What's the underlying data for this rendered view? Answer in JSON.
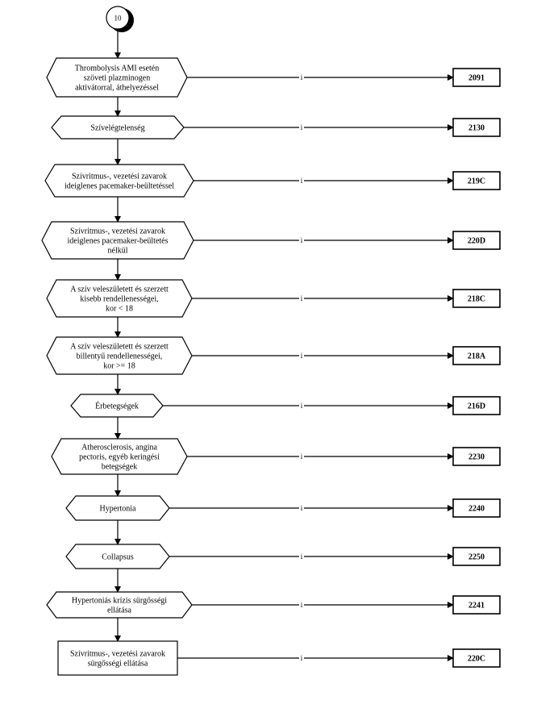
{
  "connector": {
    "label": "10"
  },
  "yes_label": "i",
  "nodes": [
    {
      "id": "n1",
      "shape": "hexagon",
      "lines": [
        "Thrombolysis AMI esetén",
        "szöveti plazminogen",
        "aktivátorral, áthelyezéssel"
      ],
      "code": "2091"
    },
    {
      "id": "n2",
      "shape": "hexagon",
      "lines": [
        "Szívelégtelenség"
      ],
      "code": "2130"
    },
    {
      "id": "n3",
      "shape": "hexagon",
      "lines": [
        "Szívritmus-, vezetési zavarok",
        "ideiglenes pacemaker-beültetéssel"
      ],
      "code": "219C"
    },
    {
      "id": "n4",
      "shape": "hexagon",
      "lines": [
        "Szívritmus-, vezetési zavarok",
        "ideiglenes pacemaker-beültetés",
        "nélkül"
      ],
      "code": "220D"
    },
    {
      "id": "n5",
      "shape": "hexagon",
      "lines": [
        "A szív veleszületett és szerzett",
        "kisebb rendellenességei,",
        "kor < 18"
      ],
      "code": "218C"
    },
    {
      "id": "n6",
      "shape": "hexagon",
      "lines": [
        "A szív veleszületett és szerzett",
        "billentyű rendellenességei,",
        "kor >= 18"
      ],
      "code": "218A"
    },
    {
      "id": "n7",
      "shape": "hexagon",
      "lines": [
        "Érbetegségek"
      ],
      "code": "216D"
    },
    {
      "id": "n8",
      "shape": "hexagon",
      "lines": [
        "Atherosclerosis, angina",
        "pectoris, egyéb keringési",
        "betegségek"
      ],
      "code": "2230"
    },
    {
      "id": "n9",
      "shape": "hexagon",
      "lines": [
        "Hypertonia"
      ],
      "code": "2240"
    },
    {
      "id": "n10",
      "shape": "hexagon",
      "lines": [
        "Collapsus"
      ],
      "code": "2250"
    },
    {
      "id": "n11",
      "shape": "hexagon",
      "lines": [
        "Hypertoniás krízis sürgősségi",
        "ellátása"
      ],
      "code": "2241"
    },
    {
      "id": "n12",
      "shape": "rect",
      "lines": [
        "Szívritmus-, vezetési zavarok",
        "sürgősségi ellátása"
      ],
      "code": "220C"
    }
  ]
}
